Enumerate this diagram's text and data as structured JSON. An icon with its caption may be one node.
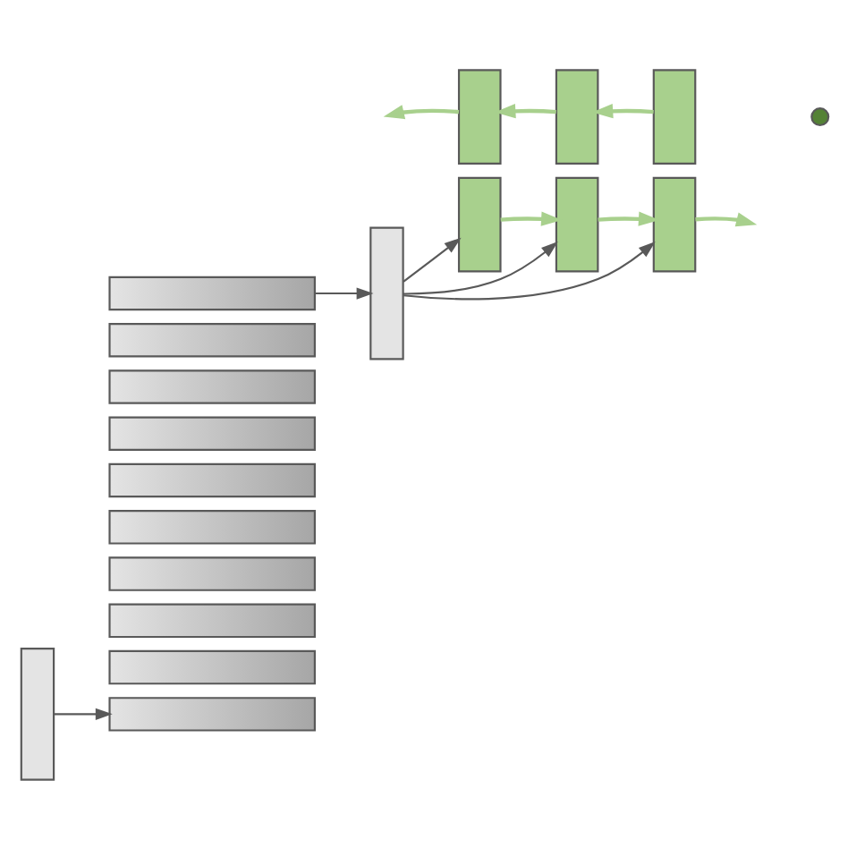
{
  "diagram": {
    "nodes": [
      {
        "text": [],
        "shape": "bar"
      },
      {
        "text": [],
        "shape": "box"
      },
      {
        "text": [],
        "shape": "box"
      },
      {
        "text": [],
        "shape": "box"
      },
      {
        "text": [],
        "shape": "box"
      },
      {
        "text": [],
        "shape": "box"
      },
      {
        "text": [],
        "shape": "box"
      },
      {
        "text": [],
        "shape": "box"
      },
      {
        "text": [],
        "shape": "box"
      },
      {
        "text": [],
        "shape": "box"
      },
      {
        "text": [],
        "shape": "box"
      },
      {
        "text": [],
        "shape": "bar"
      },
      {
        "text": [],
        "shape": "box"
      },
      {
        "text": [],
        "shape": "box"
      },
      {
        "text": [],
        "shape": "box"
      },
      {
        "text": [],
        "shape": "box"
      },
      {
        "text": [],
        "shape": "box"
      },
      {
        "text": [],
        "shape": "box"
      },
      {
        "text": [],
        "shape": "circle"
      }
    ],
    "edges": [
      {
        "from": 0,
        "to": 1,
        "arrow": "to",
        "color": "#595959"
      },
      {
        "from": 10,
        "to": 11,
        "arrow": "to",
        "color": "#595959"
      },
      {
        "from": 11,
        "to": 15,
        "arrow": "to",
        "color": "#595959"
      },
      {
        "from": 11,
        "to": 16,
        "arrow": "to",
        "color": "#595959"
      },
      {
        "from": 11,
        "to": 17,
        "arrow": "to",
        "color": "#595959"
      },
      {
        "from": 15,
        "to": 16,
        "arrow": "to",
        "color": "#a8d08d"
      },
      {
        "from": 16,
        "to": 17,
        "arrow": "to",
        "color": "#a8d08d"
      },
      {
        "from": 17,
        "to": null,
        "arrow": "to",
        "color": "#a8d08d"
      },
      {
        "from": 14,
        "to": 13,
        "arrow": "to",
        "color": "#a8d08d"
      },
      {
        "from": 13,
        "to": 12,
        "arrow": "to",
        "color": "#a8d08d"
      },
      {
        "from": 12,
        "to": null,
        "arrow": "to",
        "color": "#a8d08d"
      }
    ]
  }
}
